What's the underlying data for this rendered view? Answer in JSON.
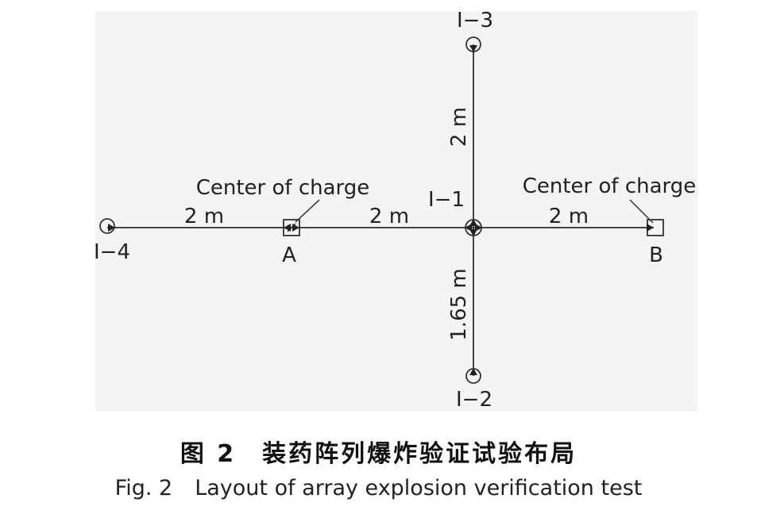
{
  "diagram": {
    "gauges": {
      "i1": "I−1",
      "i2": "I−2",
      "i3": "I−3",
      "i4": "I−4"
    },
    "charges": {
      "a": "A",
      "b": "B",
      "center_label": "Center of charge"
    },
    "distances": {
      "i4_to_a": "2 m",
      "a_to_i1": "2 m",
      "i1_to_b": "2 m",
      "i1_to_i3": "2 m",
      "i1_to_i2": "1.65 m"
    }
  },
  "caption": {
    "chinese": "图 2　装药阵列爆炸验证试验布局",
    "english_number": "Fig. 2",
    "english_title": "Layout of array explosion verification test"
  }
}
